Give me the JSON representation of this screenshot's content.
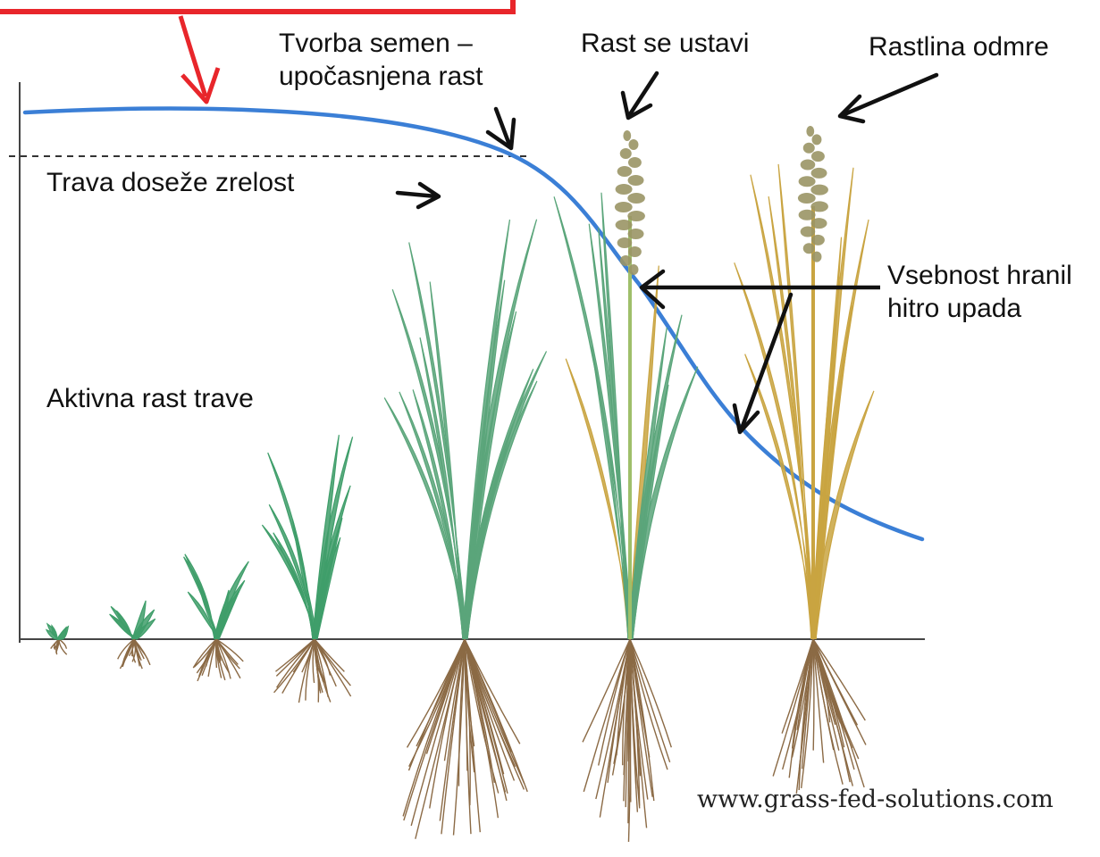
{
  "labels": {
    "seed_formation_line1": "Tvorba semen –",
    "seed_formation_line2": "upočasnjena rast",
    "growth_stops": "Rast se ustavi",
    "plant_dies": "Rastlina odmre",
    "maturity": "Trava doseže zrelost",
    "nutrients_line1": "Vsebnost hranil",
    "nutrients_line2": "hitro upada",
    "active_growth": "Aktivna rast trave"
  },
  "credit": "www.grass-fed-solutions.com",
  "colors": {
    "nutrient_curve": "#3b7fd6",
    "callout_box": "#e8262b",
    "arrows": "#111111",
    "axes": "#444444",
    "young_leaf": "#3f9e6a",
    "mature_leaf": "#5aa57a",
    "dry_leaf": "#c9a441",
    "seed_head": "#9a9565",
    "roots": "#8b6a45"
  }
}
